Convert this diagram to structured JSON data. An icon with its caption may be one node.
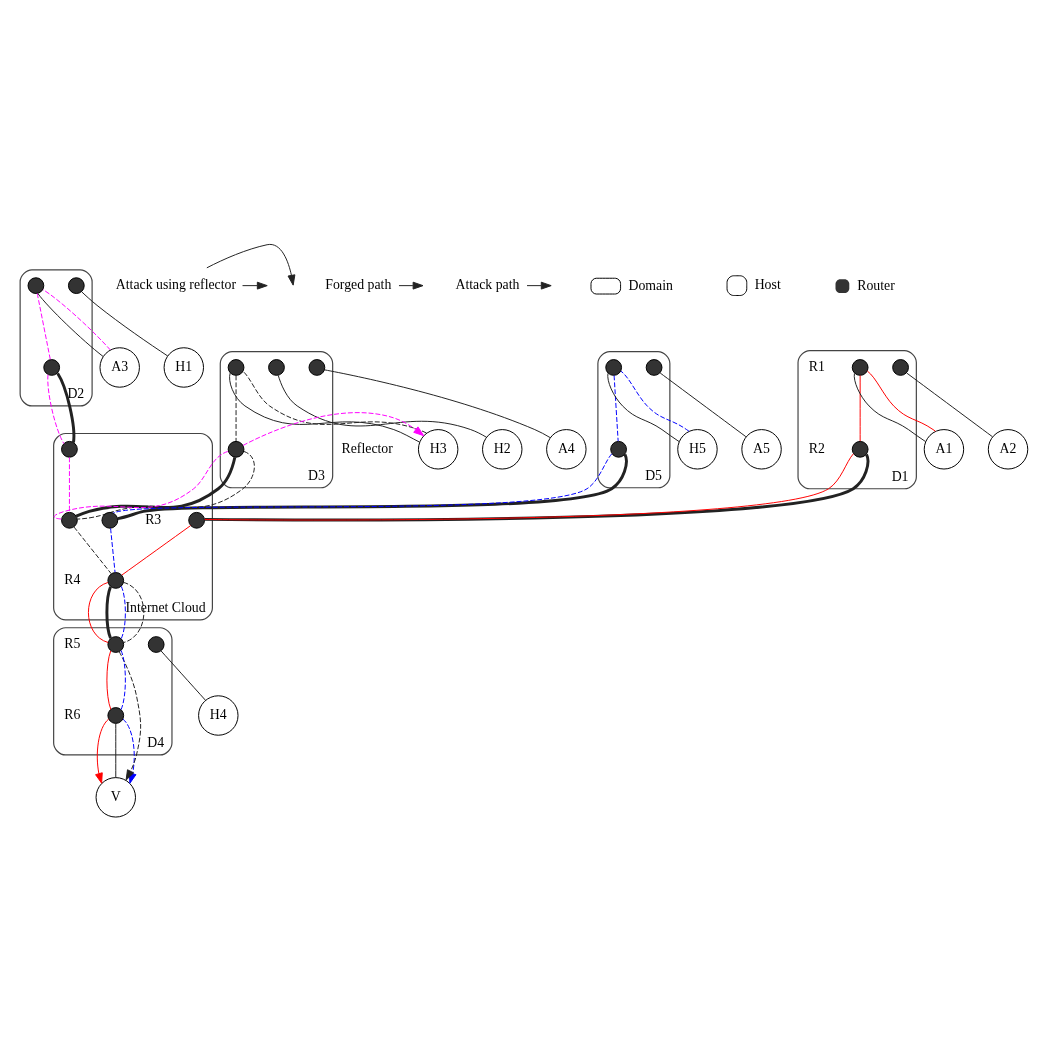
{
  "diagram": {
    "nodes": [
      {
        "text": [
          "V"
        ]
      },
      {
        "text": [
          "D4"
        ]
      },
      {
        "text": [],
        "shape": "circle",
        "beside": [
          "R6"
        ],
        "in": 1
      },
      {
        "text": [],
        "shape": "circle",
        "in": 1
      },
      {
        "text": [],
        "shape": "circle",
        "beside": [
          "R5"
        ],
        "in": 1
      },
      {
        "text": [
          "H4"
        ]
      },
      {
        "text": [
          "H3"
        ],
        "beside": [
          "Reflector"
        ]
      },
      {
        "text": [
          "H2"
        ]
      },
      {
        "text": [
          "D3"
        ]
      },
      {
        "text": [],
        "shape": "circle",
        "in": 8
      },
      {
        "text": [],
        "shape": "circle",
        "in": 8
      },
      {
        "text": [],
        "shape": "circle",
        "in": 8
      },
      {
        "text": [],
        "shape": "circle",
        "in": 8
      },
      {
        "text": [
          "A4"
        ]
      },
      {
        "text": [
          "Attack using reflector"
        ]
      },
      {
        "text": [
          "Internet Cloud"
        ]
      },
      {
        "text": [],
        "shape": "circle",
        "beside": [
          "R4"
        ],
        "in": 15
      },
      {
        "text": [],
        "shape": "circle",
        "in": 15
      },
      {
        "text": [],
        "shape": "circle",
        "in": 15
      },
      {
        "text": [],
        "shape": "circle",
        "in": 15
      },
      {
        "text": [],
        "shape": "circle",
        "beside": [
          "R3"
        ],
        "in": 15
      },
      {
        "text": [
          "D2"
        ]
      },
      {
        "text": [],
        "shape": "circle",
        "in": 21
      },
      {
        "text": [],
        "shape": "circle",
        "in": 21
      },
      {
        "text": [],
        "shape": "circle",
        "in": 21
      },
      {
        "text": [
          "H1"
        ]
      },
      {
        "text": [
          "A3"
        ]
      },
      {
        "text": [
          "Forged path"
        ]
      },
      {
        "text": [
          "D5"
        ]
      },
      {
        "text": [],
        "shape": "circle",
        "in": 28
      },
      {
        "text": [],
        "shape": "circle",
        "in": 28
      },
      {
        "text": [],
        "shape": "circle",
        "in": 28
      },
      {
        "text": [
          "H5"
        ]
      },
      {
        "text": [
          "A5"
        ]
      },
      {
        "text": [
          "D1"
        ]
      },
      {
        "text": [],
        "shape": "circle",
        "beside": [
          "R2"
        ],
        "in": 34
      },
      {
        "text": [],
        "shape": "circle",
        "in": 34
      },
      {
        "text": [],
        "shape": "circle",
        "beside": [
          "R1"
        ],
        "in": 34
      },
      {
        "text": [
          "A2"
        ]
      },
      {
        "text": [
          "A1"
        ]
      },
      {
        "text": [
          "Attack path"
        ]
      }
    ],
    "edges": [
      {
        "from": 0,
        "to": 2,
        "arrow": "none"
      },
      {
        "from": 3,
        "to": 5,
        "arrow": "none"
      },
      {
        "from": 4,
        "to": 16,
        "arrow": "none",
        "style": "thick"
      },
      {
        "from": 9,
        "to": 6,
        "arrow": "none"
      },
      {
        "from": 10,
        "to": 7,
        "arrow": "none"
      },
      {
        "from": 11,
        "to": 13,
        "arrow": "none"
      },
      {
        "from": 12,
        "to": 17,
        "arrow": "none",
        "style": "thick"
      },
      {
        "from": 18,
        "to": 22,
        "arrow": "none",
        "style": "thick"
      },
      {
        "from": 23,
        "to": 25,
        "arrow": "none"
      },
      {
        "from": 24,
        "to": 26,
        "arrow": "none"
      },
      {
        "from": 19,
        "to": 29,
        "arrow": "none",
        "style": "thick"
      },
      {
        "from": 30,
        "to": 32,
        "arrow": "none"
      },
      {
        "from": 31,
        "to": 33,
        "arrow": "none"
      },
      {
        "from": 20,
        "to": 35,
        "arrow": "none",
        "style": "thick"
      },
      {
        "from": 36,
        "to": 38,
        "arrow": "none"
      },
      {
        "from": 37,
        "to": 39,
        "arrow": "none"
      },
      {
        "from": 39,
        "to": 37,
        "arrow": "none",
        "color": "#ff0000"
      },
      {
        "from": 37,
        "to": 35,
        "arrow": "none",
        "color": "#ff0000"
      },
      {
        "from": 35,
        "to": 20,
        "arrow": "none",
        "color": "#ff0000"
      },
      {
        "from": 20,
        "to": 16,
        "arrow": "none",
        "color": "#ff0000"
      },
      {
        "from": 16,
        "to": 4,
        "arrow": "none",
        "color": "#ff0000"
      },
      {
        "from": 4,
        "to": 2,
        "arrow": "none",
        "color": "#ff0000"
      },
      {
        "from": 2,
        "to": 0,
        "arrow": "to",
        "color": "#ff0000"
      },
      {
        "from": 32,
        "to": 30,
        "arrow": "none",
        "style": "dashed",
        "color": "#0000ff"
      },
      {
        "from": 30,
        "to": 29,
        "arrow": "none",
        "style": "dashed",
        "color": "#0000ff"
      },
      {
        "from": 29,
        "to": 19,
        "arrow": "none",
        "style": "dashed",
        "color": "#0000ff"
      },
      {
        "from": 19,
        "to": 16,
        "arrow": "none",
        "style": "dashed",
        "color": "#0000ff"
      },
      {
        "from": 16,
        "to": 4,
        "arrow": "none",
        "style": "dashed",
        "color": "#0000ff"
      },
      {
        "from": 4,
        "to": 2,
        "arrow": "none",
        "style": "dashed",
        "color": "#0000ff"
      },
      {
        "from": 2,
        "to": 0,
        "arrow": "to",
        "style": "dashed",
        "color": "#0000ff"
      },
      {
        "from": 6,
        "to": 9,
        "arrow": "none",
        "style": "dashed"
      },
      {
        "from": 9,
        "to": 12,
        "arrow": "none",
        "style": "dashed"
      },
      {
        "from": 12,
        "to": 17,
        "arrow": "none",
        "style": "dashed"
      },
      {
        "from": 17,
        "to": 16,
        "arrow": "none",
        "style": "dashed"
      },
      {
        "from": 16,
        "to": 4,
        "arrow": "none",
        "style": "dashed"
      },
      {
        "from": 4,
        "to": 0,
        "arrow": "to",
        "style": "dashed"
      },
      {
        "from": 26,
        "to": 24,
        "arrow": "none",
        "style": "dashed",
        "color": "#ff00ff"
      },
      {
        "from": 24,
        "to": 22,
        "arrow": "none",
        "style": "dashed",
        "color": "#ff00ff"
      },
      {
        "from": 22,
        "to": 18,
        "arrow": "none",
        "style": "dashed",
        "color": "#ff00ff"
      },
      {
        "from": 18,
        "to": 17,
        "arrow": "none",
        "style": "dashed",
        "color": "#ff00ff"
      },
      {
        "from": 17,
        "to": 12,
        "arrow": "none",
        "style": "dashed",
        "color": "#ff00ff"
      },
      {
        "from": 12,
        "to": 6,
        "arrow": "to",
        "style": "dashed",
        "color": "#ff00ff"
      },
      {
        "from": 14,
        "to": null,
        "arrow": "to"
      },
      {
        "from": 14,
        "to": null,
        "arrow": "to"
      },
      {
        "from": 27,
        "to": null,
        "arrow": "to"
      },
      {
        "from": 40,
        "to": null,
        "arrow": "to"
      }
    ],
    "legend": [
      {
        "text": "Domain"
      },
      {
        "text": "Host"
      },
      {
        "text": "Router"
      }
    ]
  }
}
